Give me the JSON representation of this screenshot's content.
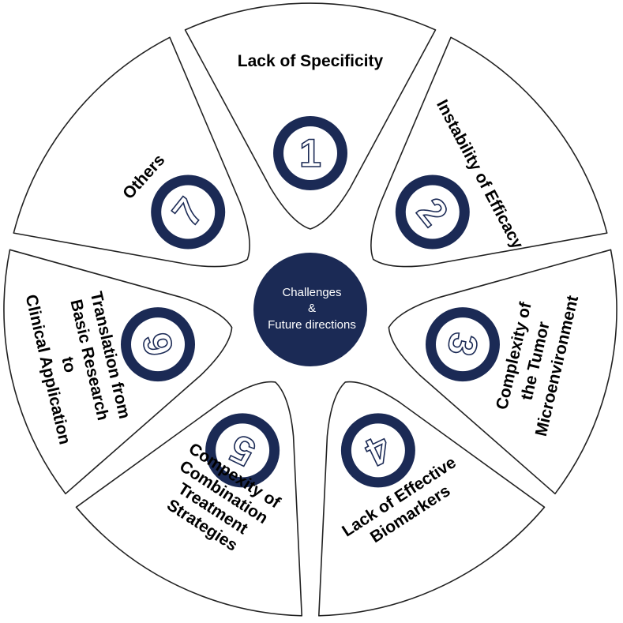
{
  "center": {
    "lines": [
      "Challenges",
      "&",
      "Future directions"
    ]
  },
  "segments": [
    {
      "number": "1",
      "label_lines": [
        "Lack of Specificity"
      ]
    },
    {
      "number": "2",
      "label_lines": [
        "Instability of Efficacy"
      ]
    },
    {
      "number": "3",
      "label_lines": [
        "Complexity of",
        "the Tumor",
        "Microenvironment"
      ]
    },
    {
      "number": "4",
      "label_lines": [
        "Lack of Effective",
        "Biomarkers"
      ]
    },
    {
      "number": "5",
      "label_lines": [
        "Compexity  of",
        "Combination",
        "Treatment",
        "Strategies"
      ]
    },
    {
      "number": "6",
      "label_lines": [
        "Translation from",
        "Basic Research",
        "to",
        "Clinical Application"
      ]
    },
    {
      "number": "7",
      "label_lines": [
        "Others"
      ]
    }
  ],
  "colors": {
    "ring": "#1b2a55",
    "center_fill": "#1b2a55",
    "outline": "#222222",
    "segment_fill": "#ffffff"
  }
}
